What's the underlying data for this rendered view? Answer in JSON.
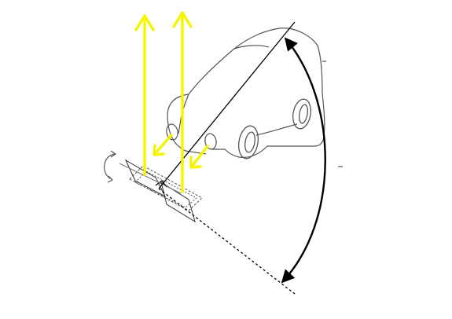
{
  "diagram": {
    "colors": {
      "background": "#ffffff",
      "outline": "#555555",
      "line": "#000000",
      "light_ray": "#f5f500"
    },
    "elements": {
      "vehicle": "car-outline",
      "headlights": 2,
      "light_rays_up": 2,
      "light_rays_reflected": 2,
      "rotation_indicator": "rotation-arrow-icon",
      "angle_indicator": "double-headed-arc-arrow"
    }
  }
}
